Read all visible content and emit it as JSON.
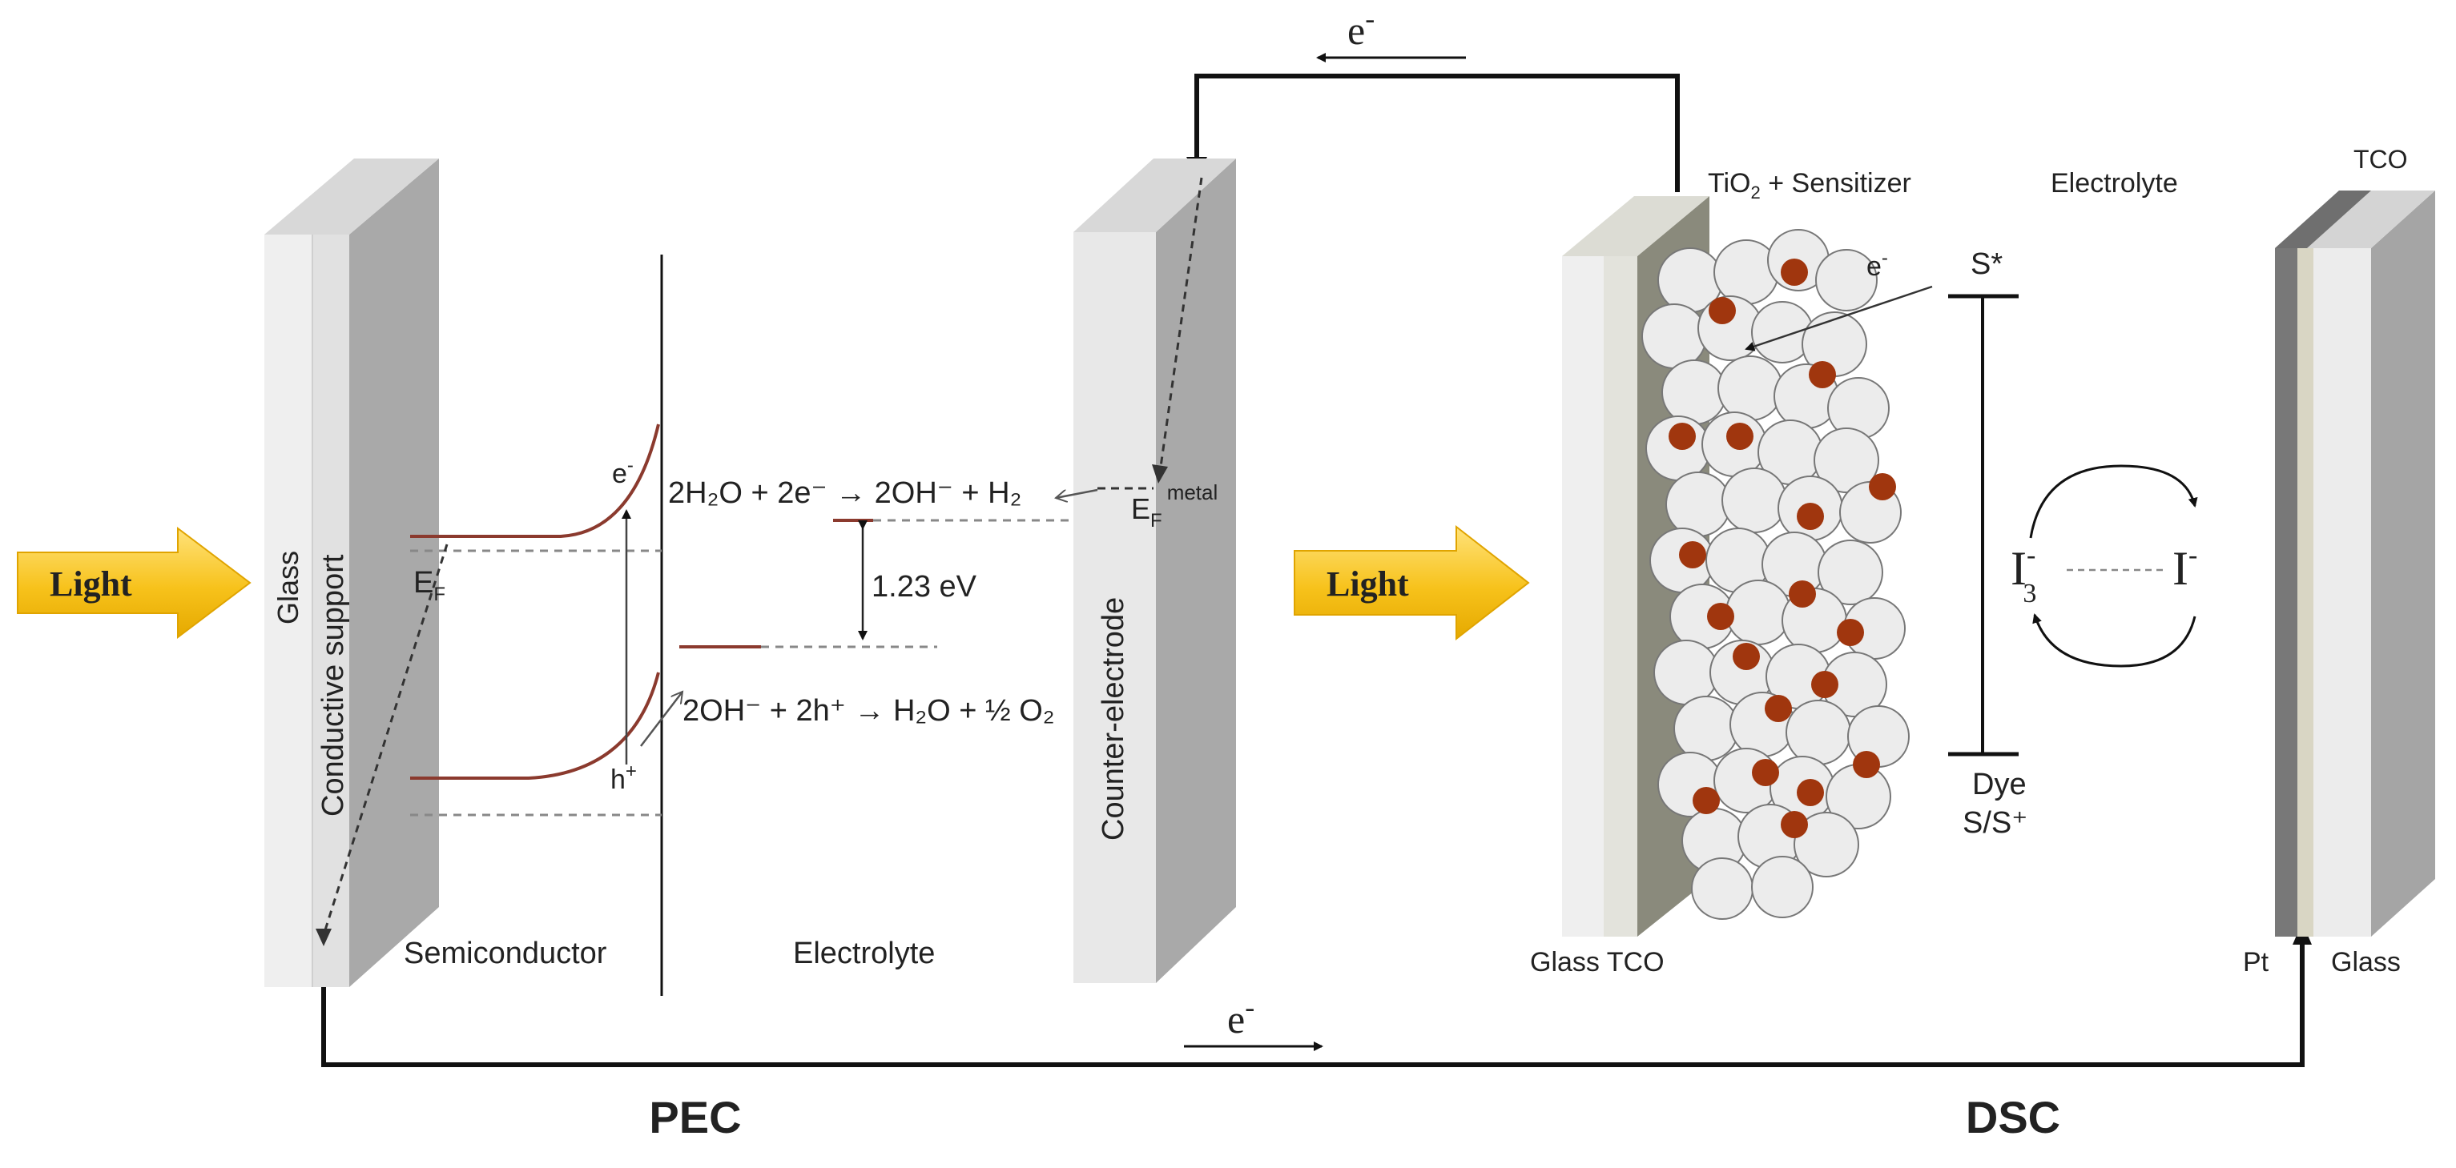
{
  "pec": {
    "title": "PEC",
    "light": "Light",
    "glass": "Glass",
    "conductive_support": "Conductive support",
    "fermi_label": "E",
    "fermi_sub": "F",
    "e_minus": "e",
    "e_minus_sup": "-",
    "h_plus": "h",
    "h_plus_sup": "+",
    "reaction_top": "2H₂O + 2e⁻ → 2OH⁻ + H₂",
    "reaction_bottom": "2OH⁻ + 2h⁺ → H₂O + ½ O₂",
    "gap_label": "1.23 eV",
    "semiconductor": "Semiconductor",
    "electrolyte": "Electrolyte",
    "counter_electrode": "Counter-electrode",
    "ef_metal_main": "E",
    "ef_metal_sub": "F",
    "ef_metal_sup": "metal"
  },
  "dsc": {
    "title": "DSC",
    "light": "Light",
    "tio2": "TiO",
    "tio2_sub": "2",
    "tio2_rest": " + Sensitizer",
    "electrolyte": "Electrolyte",
    "tco_top": "TCO",
    "glass_tco": "Glass TCO",
    "pt": "Pt",
    "glass": "Glass",
    "s_star": "S*",
    "dye": "Dye",
    "dye_pair": "S/S⁺",
    "e_minus": "e",
    "e_minus_sup": "-",
    "i3_main": "I",
    "i3_sup": "-",
    "i3_sub": "3",
    "i_main": "I",
    "i_sup": "-"
  },
  "circuit": {
    "top_electron": "e",
    "top_electron_sup": "-",
    "bottom_electron": "e",
    "bottom_electron_sup": "-"
  },
  "colors": {
    "dye_particle": "#a0360e",
    "tio2_particle": "#ececec",
    "light_arrow": "#f7c21b",
    "band_line": "#8b3a2e"
  }
}
